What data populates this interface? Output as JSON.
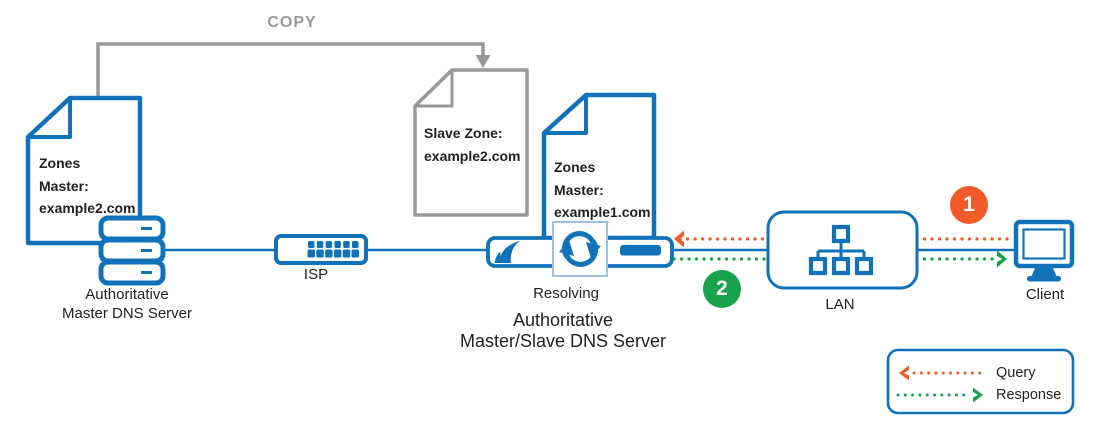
{
  "colors": {
    "blue": "#1272B9",
    "gray": "#96989B",
    "orange": "#F15B2A",
    "green": "#18A24C",
    "text": "#231F20"
  },
  "copy_arrow": {
    "label": "COPY"
  },
  "files": {
    "master_zone_left": {
      "line1": "Zones",
      "line2": "Master:",
      "line3": "example2.com"
    },
    "slave_zone": {
      "line1": "Slave Zone:",
      "line2": "example2.com"
    },
    "master_zone_right": {
      "line1": "Zones",
      "line2": "Master:",
      "line3": "example1.com"
    }
  },
  "nodes": {
    "master_server": {
      "label_line1": "Authoritative",
      "label_line2": "Master DNS Server"
    },
    "isp": {
      "label": "ISP"
    },
    "resolver": {
      "role_label": "Resolving",
      "label_line1": "Authoritative",
      "label_line2": "Master/Slave DNS Server"
    },
    "lan": {
      "label": "LAN"
    },
    "client": {
      "label": "Client"
    }
  },
  "flow_markers": {
    "query_step": "1",
    "response_step": "2"
  },
  "legend": {
    "query_label": "Query",
    "response_label": "Response"
  }
}
